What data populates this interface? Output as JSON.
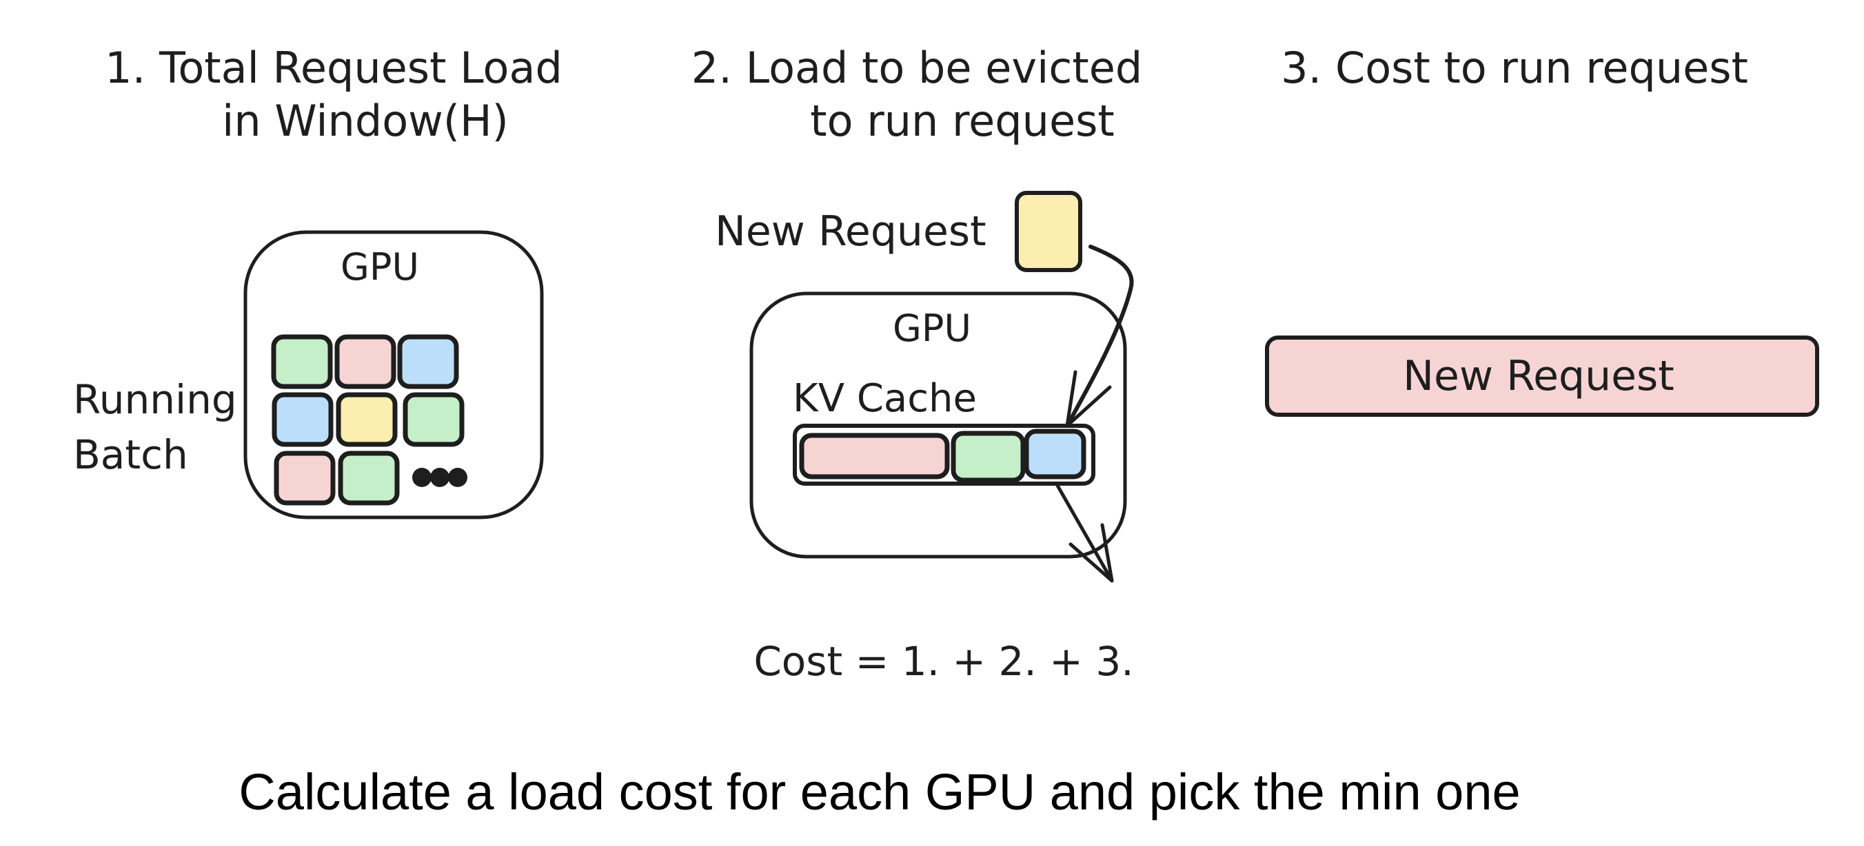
{
  "colors": {
    "ink": "#1e1e1e",
    "green": "#c5efc8",
    "pink": "#f7d4d4",
    "blue": "#bddefa",
    "yellow": "#fbeeaf",
    "caption": "#000000"
  },
  "section1": {
    "title_line1": "1. Total Request Load",
    "title_line2": "in Window(H)",
    "gpu_label": "GPU",
    "side_label_line1": "Running",
    "side_label_line2": "Batch",
    "batch_blocks": [
      [
        "green",
        "pink",
        "blue"
      ],
      [
        "blue",
        "yellow",
        "green"
      ],
      [
        "pink",
        "green"
      ]
    ],
    "more_indicator": "ellipsis-dots"
  },
  "section2": {
    "title_line1": "2. Load to be evicted",
    "title_line2": "to run request",
    "new_request_label": "New Request",
    "new_request_color": "yellow",
    "gpu_label": "GPU",
    "kv_cache_label": "KV Cache",
    "kv_segments": [
      "pink",
      "green",
      "blue"
    ],
    "evicted_segment": "blue"
  },
  "section3": {
    "title": "3. Cost to run request",
    "bar_label": "New Request",
    "bar_color": "pink"
  },
  "formula": "Cost = 1. + 2. + 3.",
  "caption": "Calculate a load cost for each GPU and pick the min one"
}
